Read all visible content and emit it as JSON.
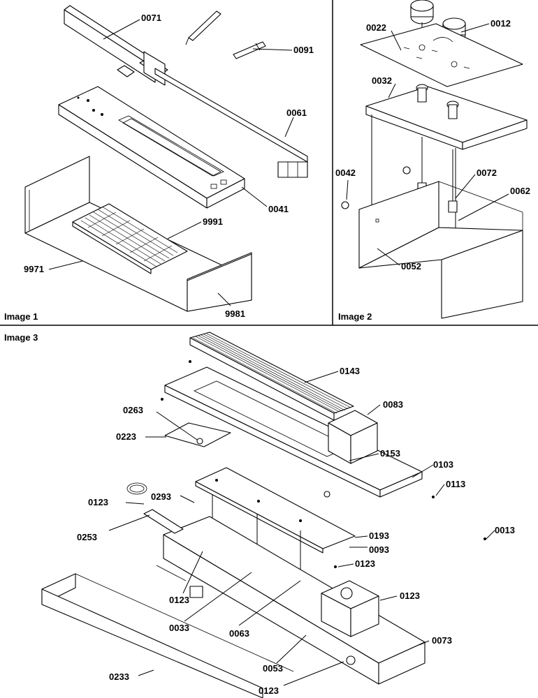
{
  "panels": [
    {
      "key": "image1",
      "caption": "Image 1"
    },
    {
      "key": "image2",
      "caption": "Image 2"
    },
    {
      "key": "image3",
      "caption": "Image 3"
    }
  ],
  "parts": {
    "image1": [
      "0071",
      "0091",
      "0061",
      "0041",
      "9991",
      "9971",
      "9981"
    ],
    "image2": [
      "0022",
      "0012",
      "0032",
      "0042",
      "0072",
      "0062",
      "0052"
    ],
    "image3": [
      "0143",
      "0083",
      "0263",
      "0223",
      "0153",
      "0103",
      "0113",
      "0013",
      "0123",
      "0293",
      "0253",
      "0193",
      "0093",
      "0123",
      "0123",
      "0033",
      "0063",
      "0123",
      "0073",
      "0053",
      "0233",
      "0123"
    ]
  }
}
